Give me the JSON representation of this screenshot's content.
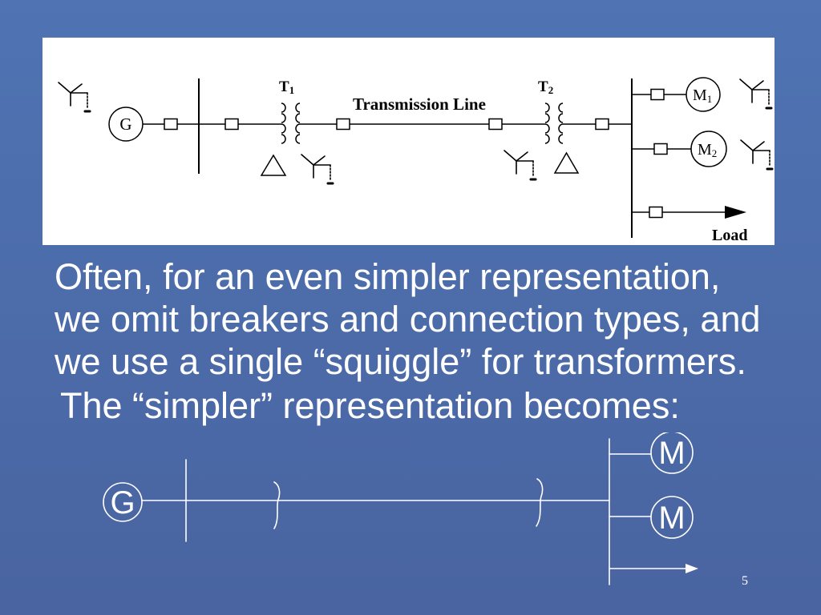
{
  "colors": {
    "slide_background_top": "#4f73b3",
    "slide_background_bottom": "#4964a0",
    "text": "#ffffff",
    "diagram_panel": "#ffffff",
    "diagram_ink": "#000000"
  },
  "upper_diagram": {
    "generator": "G",
    "transformer_1": {
      "label": "T",
      "subscript": "1"
    },
    "transformer_2": {
      "label": "T",
      "subscript": "2"
    },
    "line_label": "Transmission Line",
    "motor_1": {
      "label": "M",
      "subscript": "1"
    },
    "motor_2": {
      "label": "M",
      "subscript": "2"
    },
    "load_label": "Load"
  },
  "body_text": {
    "lines": [
      "Often, for an even simpler representation,",
      "we omit breakers and connection types, and",
      "we use a single “squiggle” for transformers."
    ],
    "closing_line": "The “simpler” representation becomes:"
  },
  "lower_diagram": {
    "generator": "G",
    "motor_1": "M",
    "motor_2": "M"
  },
  "slide": {
    "page_number": "5"
  }
}
